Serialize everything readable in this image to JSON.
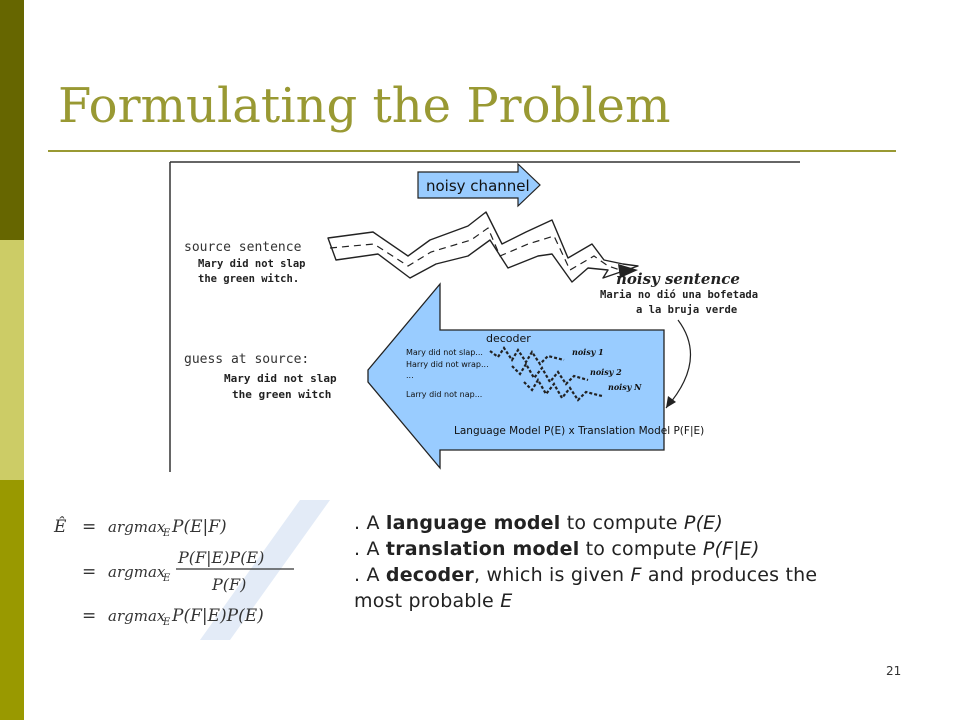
{
  "slide": {
    "title": "Formulating the Problem",
    "page_number": "21"
  },
  "diagram": {
    "noisy_channel_label": "noisy channel",
    "source_sentence_label": "source sentence",
    "source_line1": "Mary did not slap",
    "source_line2": "the green witch.",
    "noisy_sentence_label": "noisy sentence",
    "noisy_line1": "Maria no dió una bofetada",
    "noisy_line2": "a la bruja verde",
    "guess_label": "guess at source:",
    "guess_line1": "Mary did not slap",
    "guess_line2": "the green witch",
    "decoder_label": "decoder",
    "candidate1": "Mary did not slap...",
    "candidate2": "Harry did not wrap...",
    "candidate_ellipsis": "...",
    "candidate3": "Larry did not nap...",
    "noisy1": "noisy 1",
    "noisy2": "noisy 2",
    "noisyN": "noisy N",
    "model_label": "Language Model P(E) x Translation Model P(F|E)"
  },
  "colors": {
    "sidebar_dark": "#666600",
    "sidebar_light": "#cccc66",
    "sidebar_mid": "#999900",
    "title": "#999933",
    "arrow_blue": "#99ccff"
  },
  "formula": {
    "lhs": "Ê",
    "eq": "=",
    "line1": "argmax",
    "sub": "E",
    "line1_tail": "P(E|F)",
    "line2_num": "P(F|E)P(E)",
    "line2_den": "P(F)",
    "line3_tail": "P(F|E)P(E)"
  },
  "bullets": [
    {
      "pre": ". A ",
      "bold": "language model",
      "mid": " to compute ",
      "it": "P(E)",
      "post": ""
    },
    {
      "pre": ". A ",
      "bold": "translation model",
      "mid": " to compute ",
      "it": "P(F|E)",
      "post": ""
    },
    {
      "pre": ". A ",
      "bold": "decoder",
      "mid": ", which is given ",
      "it": "F",
      "post": " and produces the"
    },
    {
      "pre": "most probable ",
      "bold": "",
      "mid": "",
      "it": "E",
      "post": ""
    }
  ]
}
